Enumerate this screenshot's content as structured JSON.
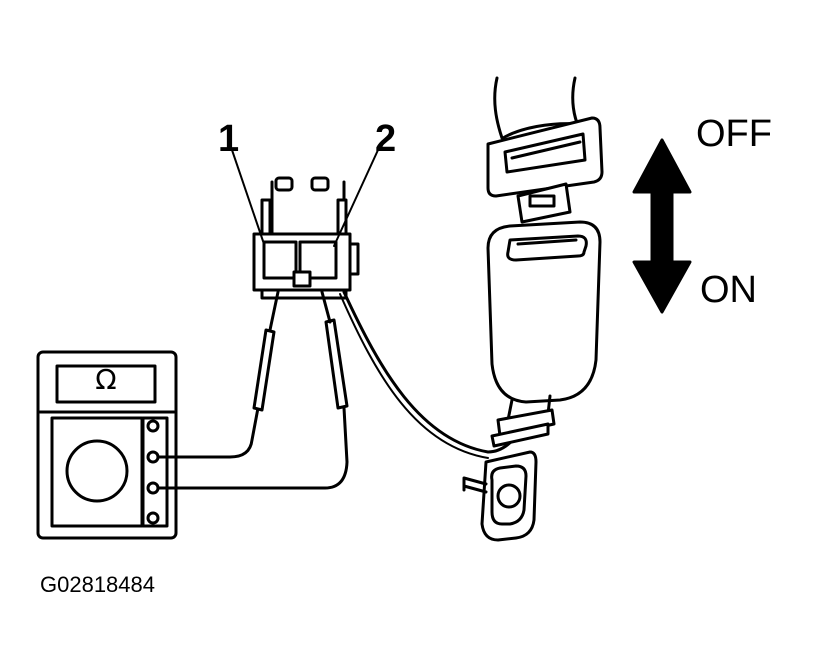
{
  "labels": {
    "connector_pin_1": "1",
    "connector_pin_2": "2",
    "direction_off": "OFF",
    "direction_on": "ON",
    "figure_id": "G02818484"
  },
  "meter": {
    "display_symbol": "Ω"
  },
  "icons": [
    "ohmmeter-icon",
    "connector-icon",
    "seat-belt-buckle-icon",
    "double-arrow-icon"
  ],
  "colors": {
    "ink": "#000000",
    "background": "#ffffff"
  }
}
